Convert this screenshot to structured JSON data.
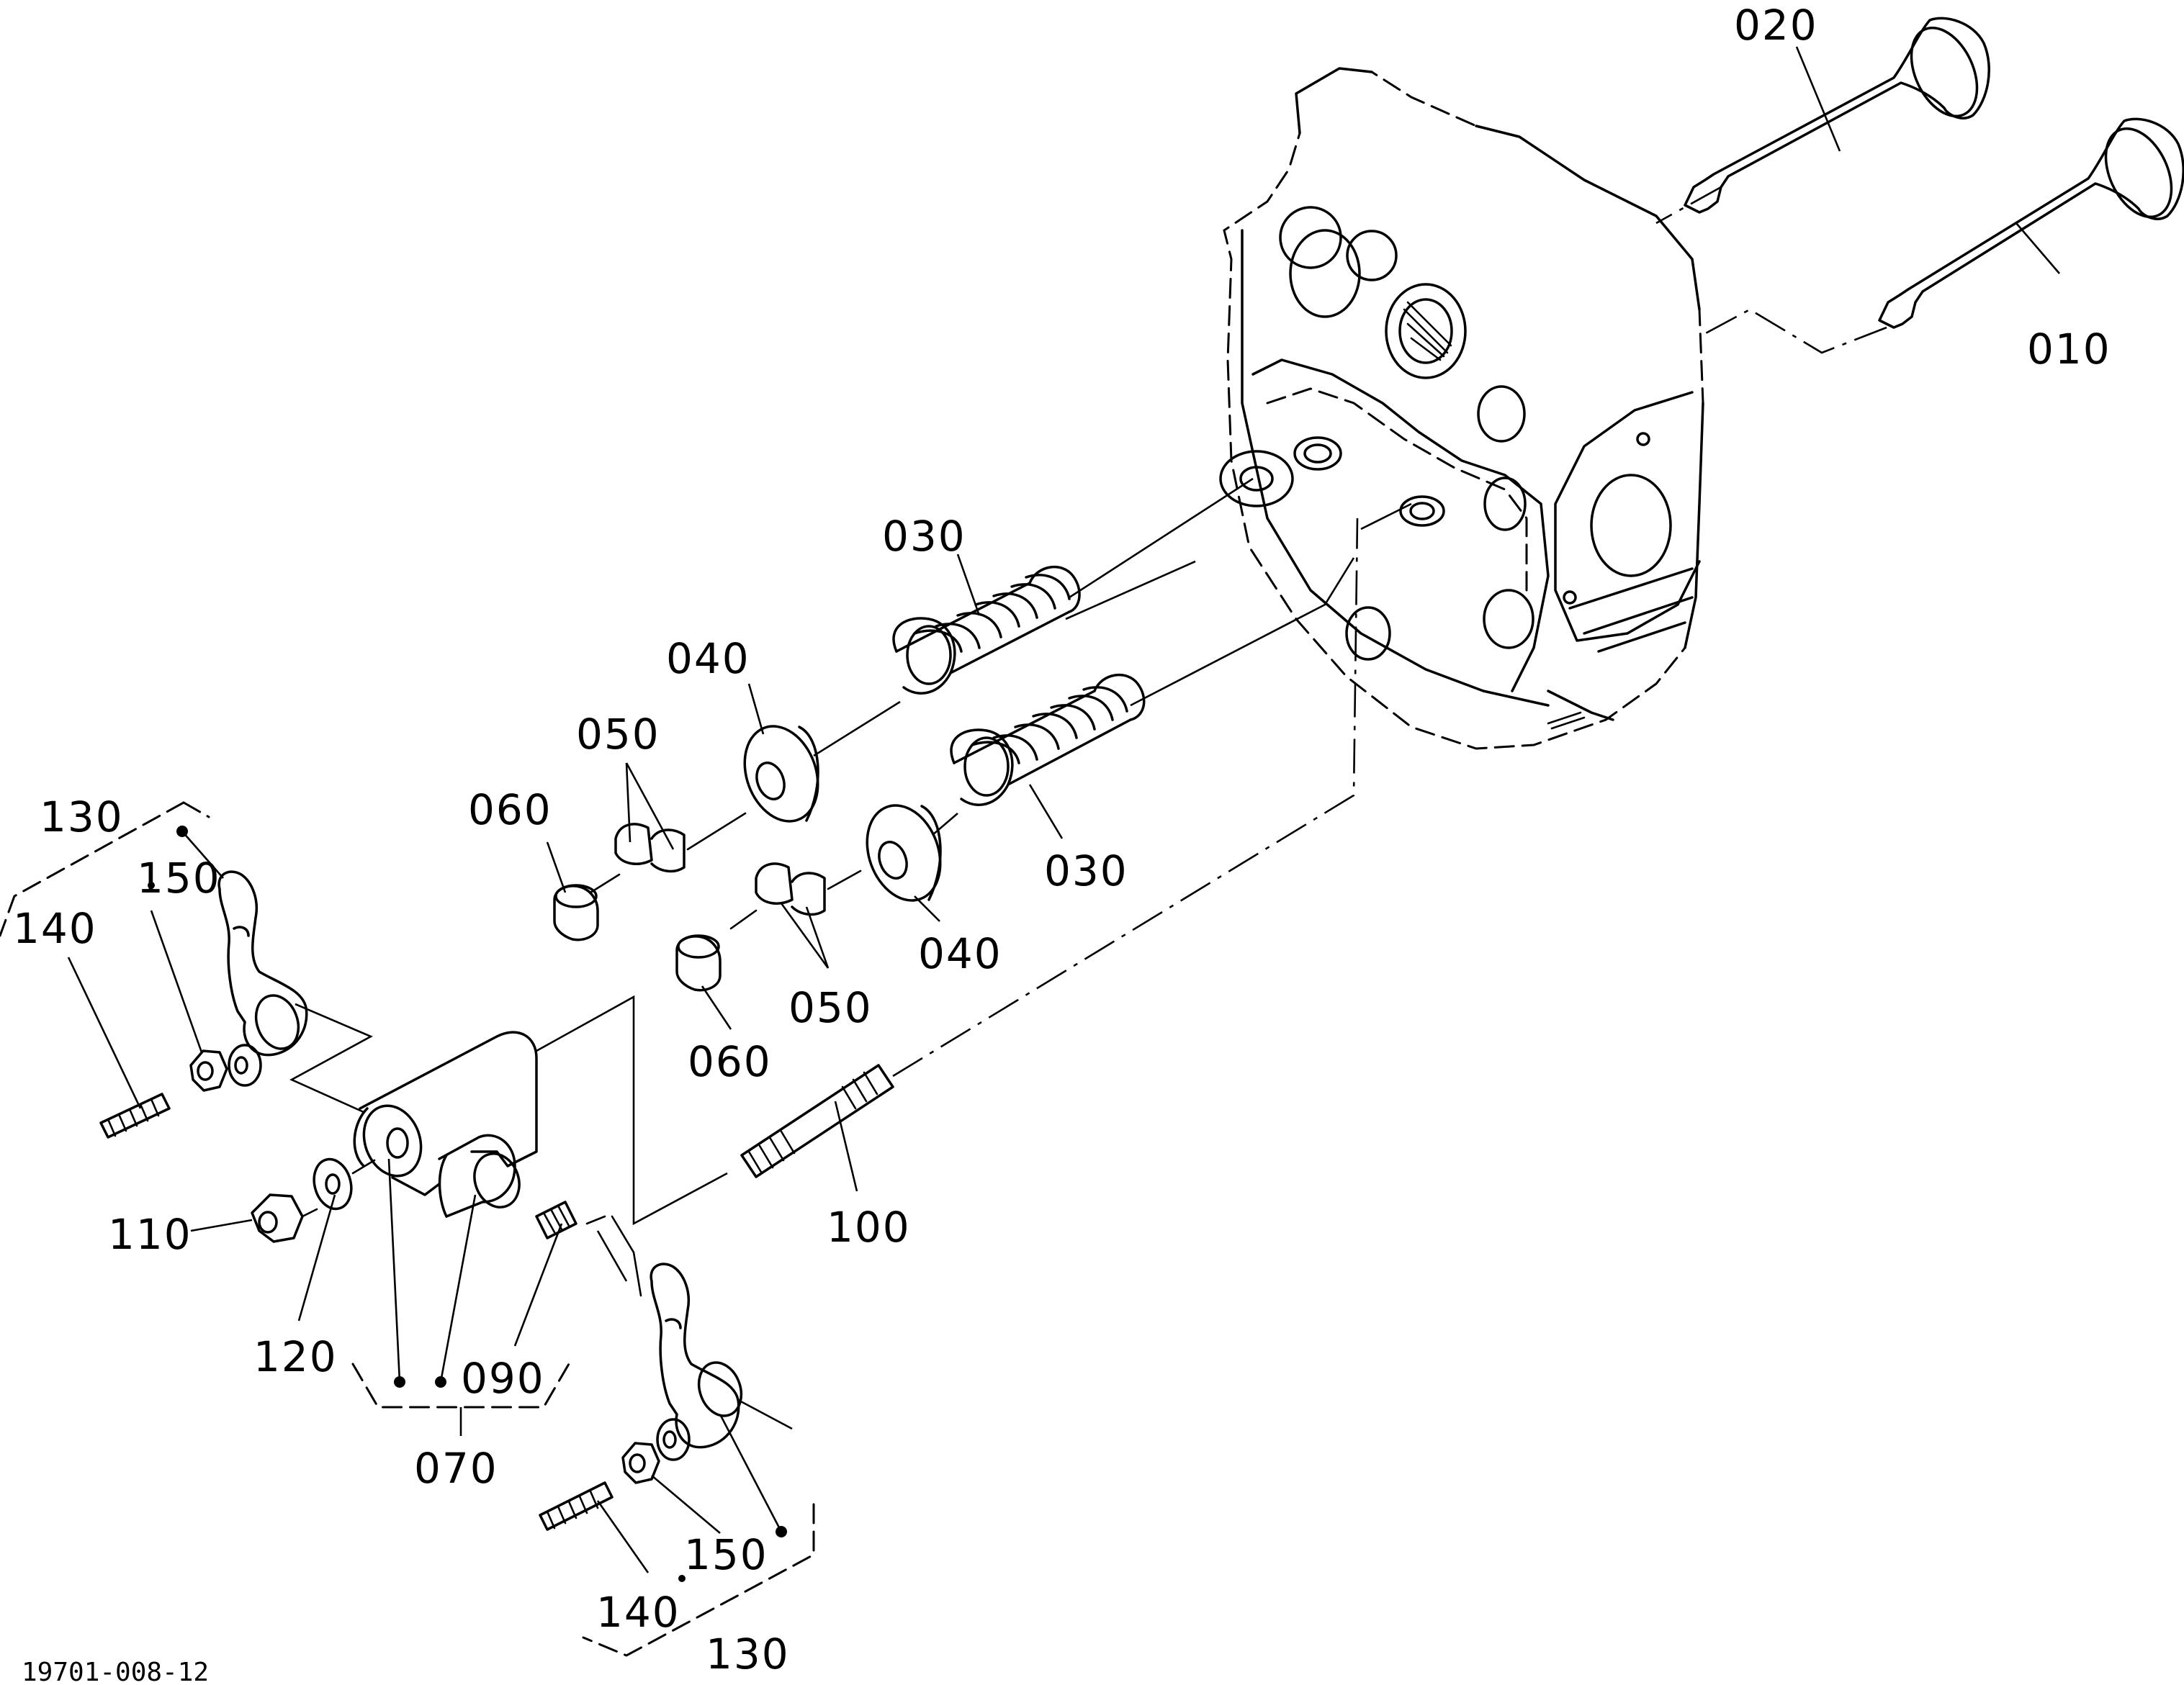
{
  "drawing_id": "19701-008-12",
  "callouts": {
    "c010": "010",
    "c020": "020",
    "c030a": "030",
    "c030b": "030",
    "c040a": "040",
    "c040b": "040",
    "c050a": "050",
    "c050b": "050",
    "c060a": "060",
    "c060b": "060",
    "c070": "070",
    "c090": "090",
    "c100": "100",
    "c110": "110",
    "c120": "120",
    "c130a": "130",
    "c130b": "130",
    "c140a": "140",
    "c140b": "140",
    "c150a": "150",
    "c150b": "150"
  }
}
